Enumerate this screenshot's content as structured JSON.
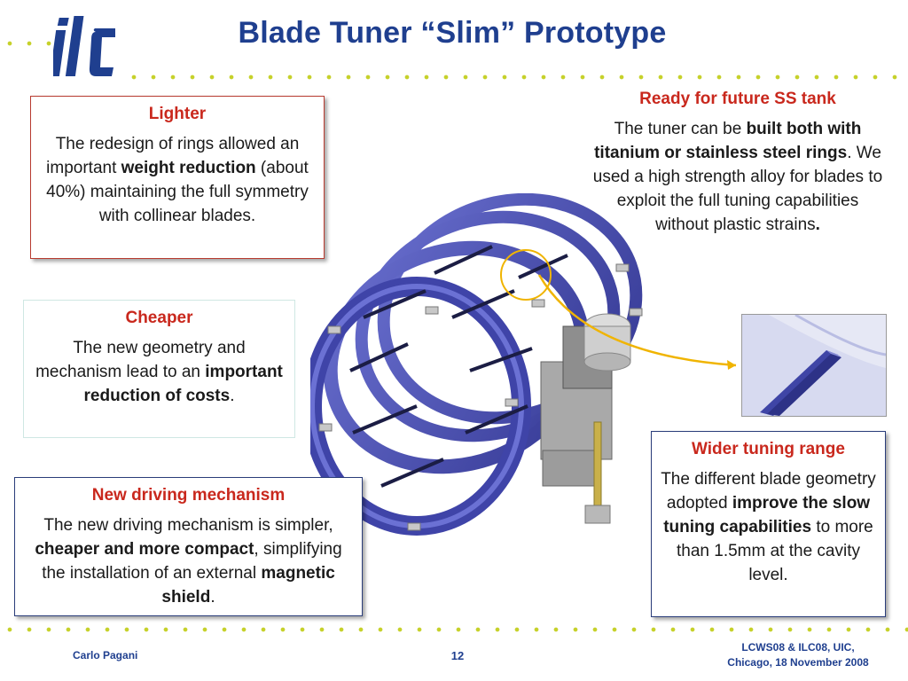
{
  "slide": {
    "title": "Blade Tuner “Slim” Prototype",
    "page_number": "12"
  },
  "boxes": {
    "lighter": {
      "heading": "Lighter",
      "t1": "The redesign of rings allowed an important ",
      "b1": "weight reduction",
      "t2": " (about 40%) maintaining the full symmetry with collinear blades."
    },
    "cheaper": {
      "heading": "Cheaper",
      "t1": "The new geometry and mechanism lead to an ",
      "b1": "important reduction of costs",
      "t2": "."
    },
    "driving": {
      "heading": "New driving mechanism",
      "t1": "The new driving mechanism is simpler, ",
      "b1": "cheaper and more compact",
      "t2": ", simplifying the installation of an external ",
      "b2": "magnetic shield",
      "t3": "."
    },
    "future": {
      "heading": "Ready for future SS tank",
      "t1": "The tuner can be ",
      "b1": "built both with titanium or stainless steel rings",
      "t2": ". We used a high strength alloy for blades to exploit the full tuning capabilities without plastic strains",
      "b2": "."
    },
    "wider": {
      "heading": "Wider tuning range",
      "t1": "The different blade geometry adopted ",
      "b1": "improve the slow tuning capabilities",
      "t2": " to more than 1.5mm at the cavity level."
    }
  },
  "footer": {
    "author": "Carlo Pagani",
    "event_line1": "LCWS08 & ILC08, UIC,",
    "event_line2": "Chicago, 18 November 2008"
  },
  "colors": {
    "title": "#1f3f8f",
    "heading_red": "#c9281d",
    "dots": "#c6d12a",
    "tuner_blue": "#4a4fb0",
    "highlight_circle": "#f0b400"
  },
  "icons": {
    "logo": "ilc-logo",
    "main_image": "blade-tuner-render",
    "inset_image": "blade-detail-render"
  }
}
